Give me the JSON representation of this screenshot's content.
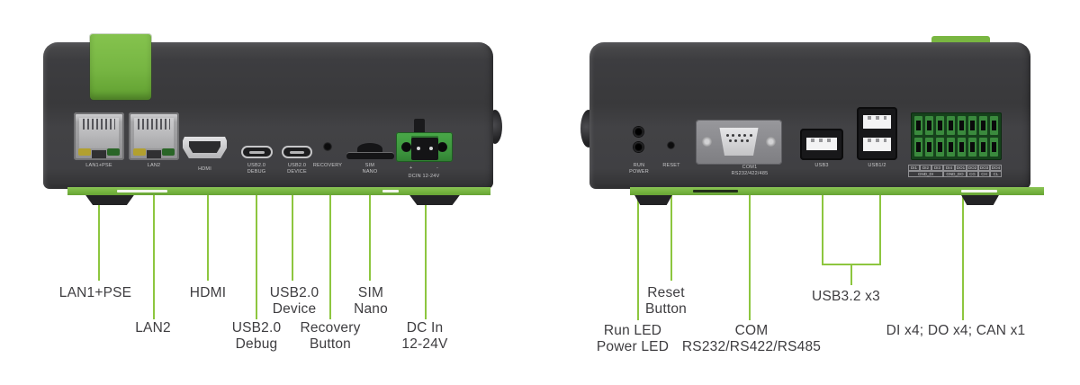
{
  "diagram": {
    "accent_green": "#8dc63f",
    "callouts_left": [
      {
        "line1": "LAN1+PSE",
        "line2": ""
      },
      {
        "line1": "LAN2",
        "line2": ""
      },
      {
        "line1": "HDMI",
        "line2": ""
      },
      {
        "line1": "USB2.0",
        "line2": "Debug"
      },
      {
        "line1": "USB2.0",
        "line2": "Device"
      },
      {
        "line1": "Recovery",
        "line2": "Button"
      },
      {
        "line1": "SIM",
        "line2": "Nano"
      },
      {
        "line1": "DC In",
        "line2": "12-24V"
      }
    ],
    "callouts_right": [
      {
        "line1": "Reset",
        "line2": "Button"
      },
      {
        "line1": "Run LED",
        "line2": "Power LED"
      },
      {
        "line1": "COM",
        "line2": "RS232/RS422/RS485"
      },
      {
        "line1": "USB3.2 x3",
        "line2": ""
      },
      {
        "line1": "DI x4; DO x4; CAN x1",
        "line2": ""
      }
    ]
  },
  "rear_panel": {
    "lan1_label": "LAN1+PSE",
    "lan2_label": "LAN2",
    "hdmi_label": "HDMI",
    "usb_debug_label1": "USB2.0",
    "usb_debug_label2": "DEBUG",
    "usb_device_label1": "USB2.0",
    "usb_device_label2": "DEVICE",
    "recovery_label": "RECOVERY",
    "sim_label1": "SIM",
    "sim_label2": "NANO",
    "dc_plus": "+",
    "dc_minus": "-",
    "dc_label": "DCIN 12-24V"
  },
  "front_panel": {
    "run_label1": "RUN",
    "run_label2": "POWER",
    "reset_label": "RESET",
    "com_label1": "COM1",
    "com_label2": "RS232/422/485",
    "usb3_label": "USB3",
    "usb12_label": "USB1/2",
    "terminal_row1": [
      "DI1",
      "DI2",
      "DI3",
      "DI4",
      "DO1",
      "DO2",
      "DO3",
      "DO4"
    ],
    "terminal_row2": [
      "GND_DI",
      "GND_DO",
      "CG",
      "CH",
      "CL"
    ]
  }
}
